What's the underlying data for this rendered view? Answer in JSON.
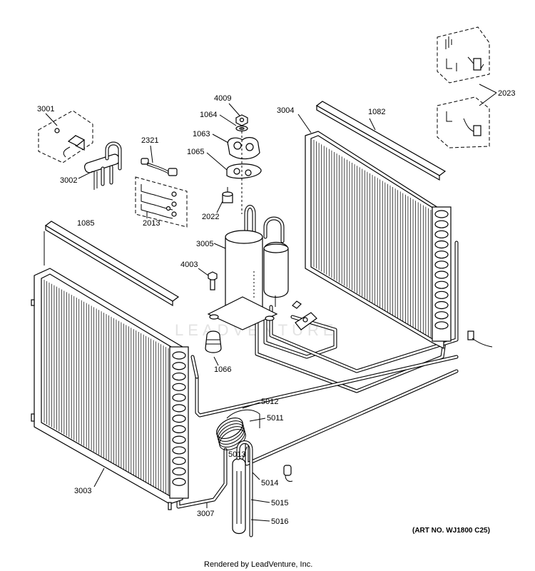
{
  "watermark": "LEADVENTURE",
  "art_number": "(ART NO. WJ1800 C25)",
  "footer": "Rendered by LeadVenture, Inc.",
  "callouts": {
    "p3001": "3001",
    "p3002": "3002",
    "p2321": "2321",
    "p2013": "2013",
    "p4009": "4009",
    "p1064": "1064",
    "p1063": "1063",
    "p1065": "1065",
    "p2022": "2022",
    "p3005": "3005",
    "p4003": "4003",
    "p1066": "1066",
    "p3004": "3004",
    "p1082": "1082",
    "p2023": "2023",
    "p1085": "1085",
    "p3003": "3003",
    "p5012": "5012",
    "p5011": "5011",
    "p5013": "5013",
    "p5014": "5014",
    "p5015": "5015",
    "p5016": "5016",
    "p3007": "3007"
  }
}
